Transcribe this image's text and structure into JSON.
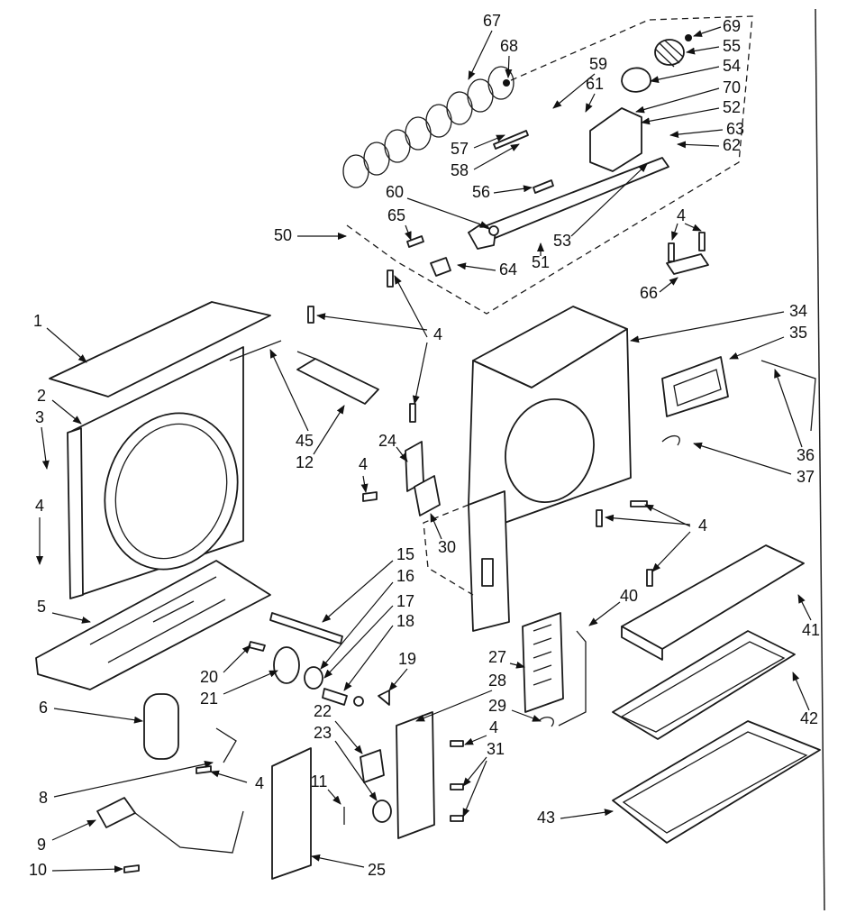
{
  "parts": [
    {
      "id": "p67",
      "label": "67"
    },
    {
      "id": "p68",
      "label": "68"
    },
    {
      "id": "p69",
      "label": "69"
    },
    {
      "id": "p55",
      "label": "55"
    },
    {
      "id": "p54",
      "label": "54"
    },
    {
      "id": "p59",
      "label": "59"
    },
    {
      "id": "p61",
      "label": "61"
    },
    {
      "id": "p70",
      "label": "70"
    },
    {
      "id": "p52",
      "label": "52"
    },
    {
      "id": "p63",
      "label": "63"
    },
    {
      "id": "p57",
      "label": "57"
    },
    {
      "id": "p62",
      "label": "62"
    },
    {
      "id": "p58",
      "label": "58"
    },
    {
      "id": "p56",
      "label": "56"
    },
    {
      "id": "p60",
      "label": "60"
    },
    {
      "id": "p65",
      "label": "65"
    },
    {
      "id": "p50",
      "label": "50"
    },
    {
      "id": "p53",
      "label": "53"
    },
    {
      "id": "p4a",
      "label": "4"
    },
    {
      "id": "p51",
      "label": "51"
    },
    {
      "id": "p64",
      "label": "64"
    },
    {
      "id": "p66",
      "label": "66"
    },
    {
      "id": "p34",
      "label": "34"
    },
    {
      "id": "p1",
      "label": "1"
    },
    {
      "id": "p4b",
      "label": "4"
    },
    {
      "id": "p35",
      "label": "35"
    },
    {
      "id": "p2",
      "label": "2"
    },
    {
      "id": "p3",
      "label": "3"
    },
    {
      "id": "p45",
      "label": "45"
    },
    {
      "id": "p12",
      "label": "12"
    },
    {
      "id": "p24",
      "label": "24"
    },
    {
      "id": "p36",
      "label": "36"
    },
    {
      "id": "p37",
      "label": "37"
    },
    {
      "id": "p4c",
      "label": "4"
    },
    {
      "id": "p4d",
      "label": "4"
    },
    {
      "id": "p30",
      "label": "30"
    },
    {
      "id": "p4e",
      "label": "4"
    },
    {
      "id": "p15",
      "label": "15"
    },
    {
      "id": "p16",
      "label": "16"
    },
    {
      "id": "p5",
      "label": "5"
    },
    {
      "id": "p17",
      "label": "17"
    },
    {
      "id": "p40",
      "label": "40"
    },
    {
      "id": "p18",
      "label": "18"
    },
    {
      "id": "p41",
      "label": "41"
    },
    {
      "id": "p20",
      "label": "20"
    },
    {
      "id": "p19",
      "label": "19"
    },
    {
      "id": "p27",
      "label": "27"
    },
    {
      "id": "p21",
      "label": "21"
    },
    {
      "id": "p28",
      "label": "28"
    },
    {
      "id": "p6",
      "label": "6"
    },
    {
      "id": "p29",
      "label": "29"
    },
    {
      "id": "p42",
      "label": "42"
    },
    {
      "id": "p22",
      "label": "22"
    },
    {
      "id": "p4f",
      "label": "4"
    },
    {
      "id": "p31",
      "label": "31"
    },
    {
      "id": "p23",
      "label": "23"
    },
    {
      "id": "p4g",
      "label": "4"
    },
    {
      "id": "p8",
      "label": "8"
    },
    {
      "id": "p11",
      "label": "11"
    },
    {
      "id": "p43",
      "label": "43"
    },
    {
      "id": "p9",
      "label": "9"
    },
    {
      "id": "p10",
      "label": "10"
    },
    {
      "id": "p25",
      "label": "25"
    }
  ]
}
